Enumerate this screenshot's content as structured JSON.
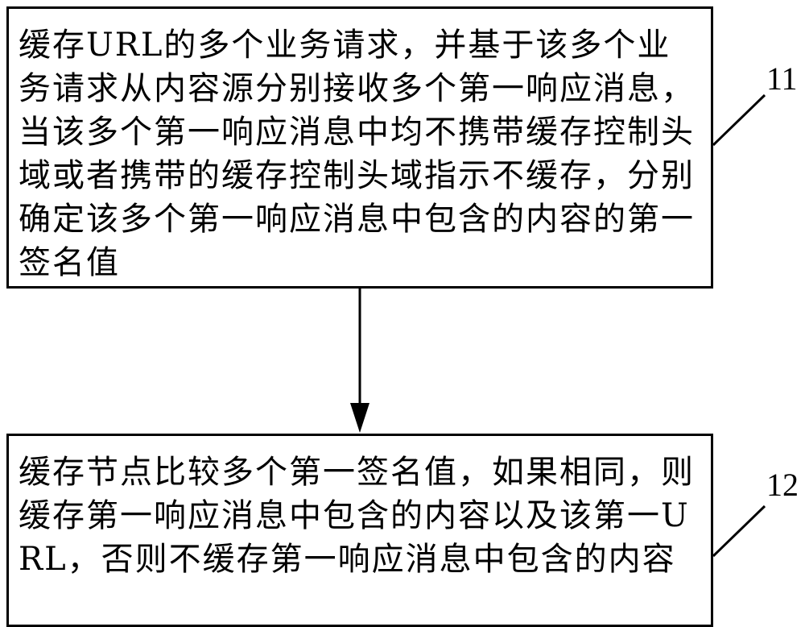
{
  "steps": [
    {
      "number": "11",
      "text": "缓存URL的多个业务请求，并基于该多个业务请求从内容源分别接收多个第一响应消息，当该多个第一响应消息中均不携带缓存控制头域或者携带的缓存控制头域指示不缓存，分别确定该多个第一响应消息中包含的内容的第一签名值"
    },
    {
      "number": "12",
      "text": "缓存节点比较多个第一签名值，如果相同，则缓存第一响应消息中包含的内容以及该第一URL，否则不缓存第一响应消息中包含的内容"
    }
  ]
}
